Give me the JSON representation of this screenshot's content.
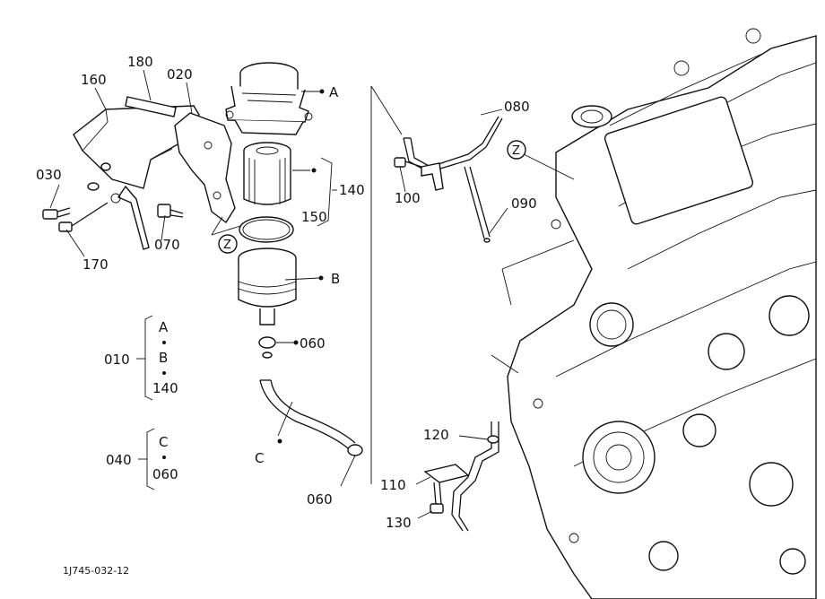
{
  "labels": {
    "p160": "160",
    "p180": "180",
    "p020": "020",
    "p030": "030",
    "p170": "170",
    "p070": "070",
    "pA": "A",
    "p140": "140",
    "p150": "150",
    "pZ1": "Z",
    "pB": "B",
    "p060a": "060",
    "pC": "C",
    "p060b": "060",
    "p080": "080",
    "p100": "100",
    "pZ2": "Z",
    "p090": "090",
    "p120": "120",
    "p110": "110",
    "p130": "130"
  },
  "kits": {
    "k010": {
      "code": "010",
      "items": [
        "A",
        "B",
        "140"
      ]
    },
    "k040": {
      "code": "040",
      "items": [
        "C",
        "060"
      ]
    }
  },
  "figure_id": "1J745-032-12"
}
